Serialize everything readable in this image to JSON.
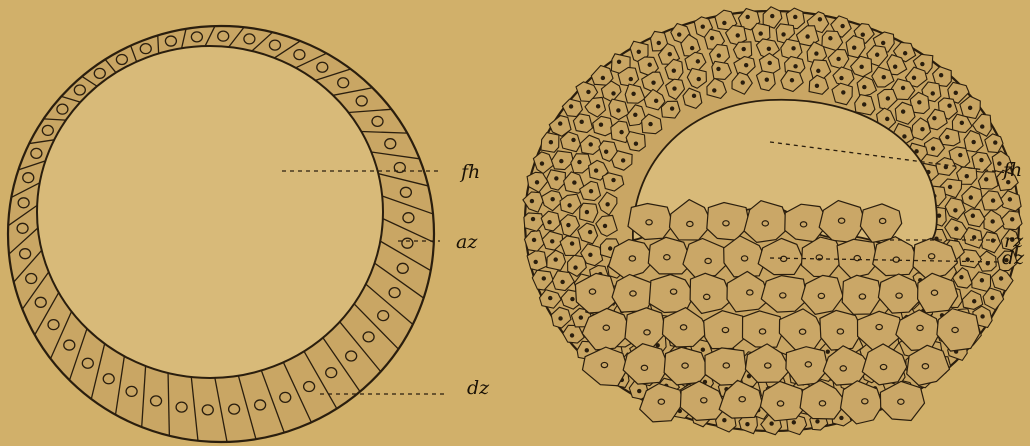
{
  "colors": {
    "paper": "#d1b06a",
    "ink": "#2a1e0e",
    "cell": "#c9a664",
    "cavity": "#d8ba79"
  },
  "left_figure": {
    "label_fh": "fh",
    "label_az": "az",
    "label_dz": "dz"
  },
  "right_figure": {
    "label_fh": "fh",
    "label_rz": "rz",
    "label_dz": "dz"
  }
}
